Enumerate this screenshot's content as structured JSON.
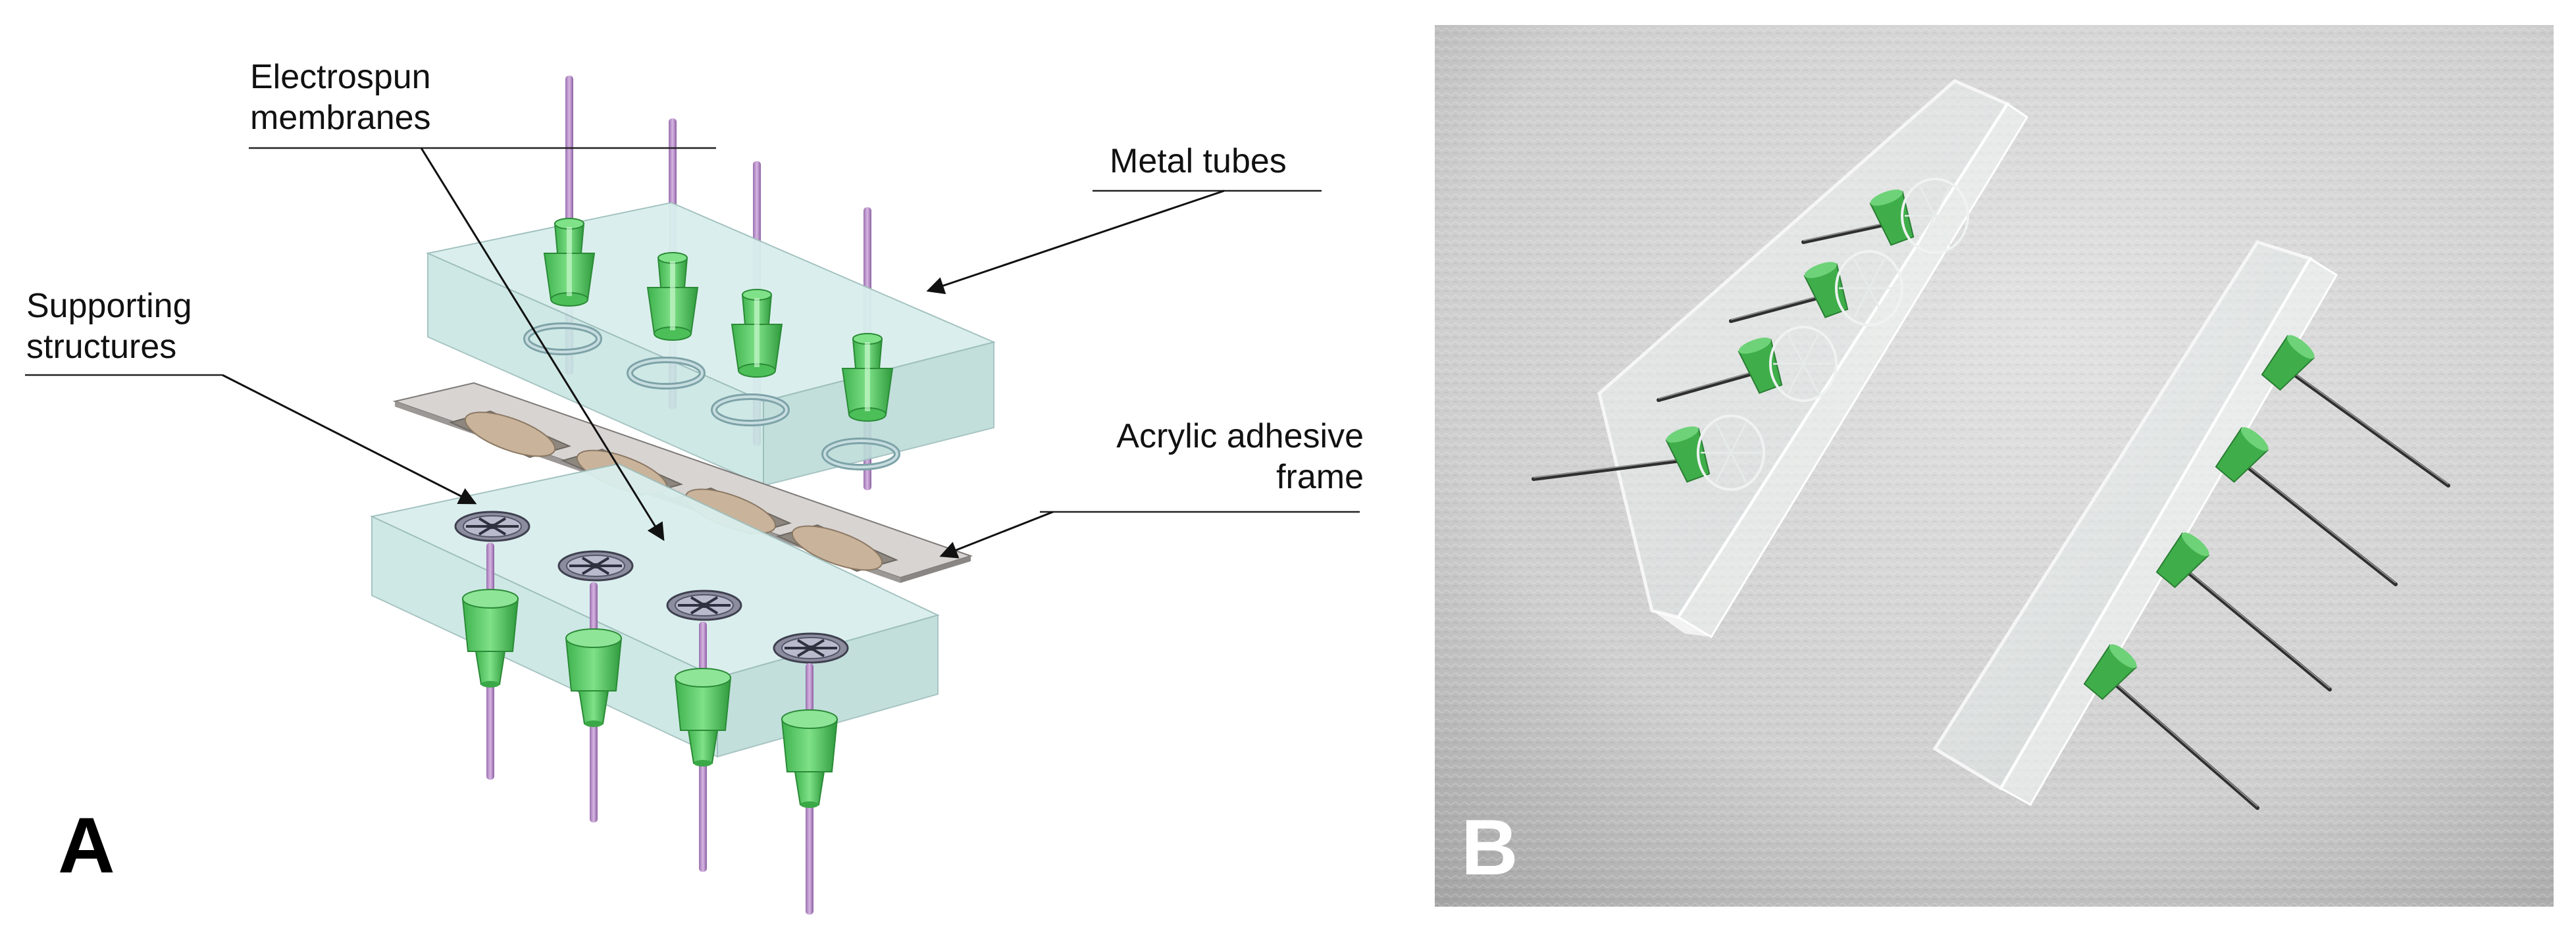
{
  "panel_a": {
    "letter": "A",
    "labels": {
      "electrospun": [
        "Electrospun",
        "membranes"
      ],
      "metal_tubes": "Metal tubes",
      "supporting": [
        "Supporting",
        "structures"
      ],
      "adhesive": [
        "Acrylic adhesive",
        "frame"
      ]
    },
    "colors": {
      "acrylic": "#d3ecea",
      "connector": "#5fd06a",
      "tube": "#b184c2",
      "membrane": "#c9b39a",
      "frame": "#c9c6c4"
    }
  },
  "panel_b": {
    "letter": "B",
    "colors": {
      "background": "#d2d2d2",
      "connector": "#3fae4a",
      "needle": "#3a3a3a"
    }
  }
}
